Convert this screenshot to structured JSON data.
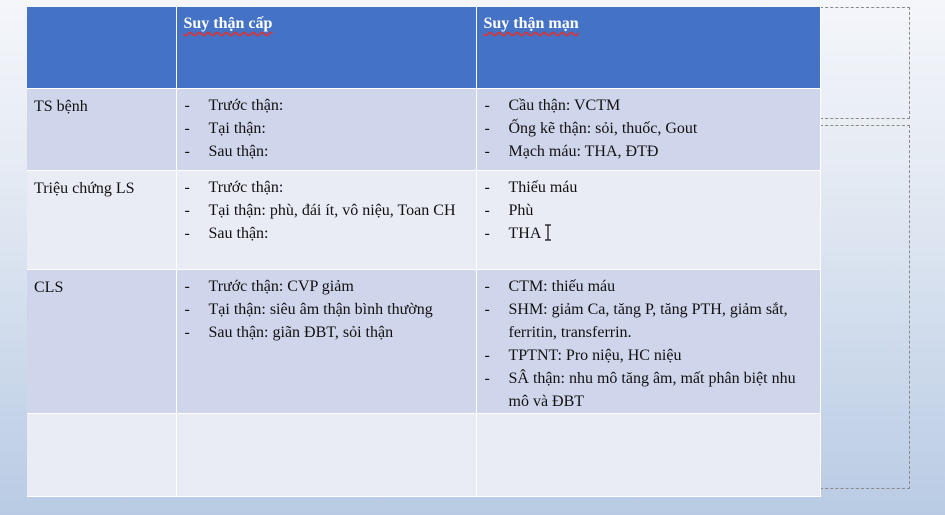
{
  "table": {
    "header": {
      "col1": "",
      "col2": "Suy thận cấp",
      "col3": "Suy thận mạn"
    },
    "rows": [
      {
        "label": "TS bệnh",
        "acute": [
          "Trước thận:",
          "Tại thận:",
          "Sau thận:"
        ],
        "chronic": [
          "Cầu thận: VCTM",
          "Ống kẽ thận: sỏi, thuốc, Gout",
          "Mạch máu: THA, ĐTĐ"
        ]
      },
      {
        "label": "Triệu chứng LS",
        "acute": [
          "Trước thận:",
          "Tại thận: phù, đái ít, vô niệu, Toan CH",
          "Sau thận:"
        ],
        "chronic": [
          "Thiếu máu",
          "Phù",
          "THA"
        ]
      },
      {
        "label": "CLS",
        "acute": [
          "Trước thận: CVP giảm",
          "Tại thận: siêu âm thận bình thường",
          "Sau thận: giãn ĐBT, sỏi thận"
        ],
        "chronic": [
          "CTM: thiếu máu",
          "SHM: giảm Ca, tăng P, tăng PTH, giảm sắt, ferritin, transferrin.",
          "TPTNT: Pro niệu, HC niệu",
          "SÂ thận: nhu mô tăng âm, mất phân biệt nhu mô và ĐBT"
        ]
      },
      {
        "label": "",
        "acute": [],
        "chronic": []
      }
    ]
  },
  "cursor": {
    "icon": "text-cursor-icon"
  }
}
